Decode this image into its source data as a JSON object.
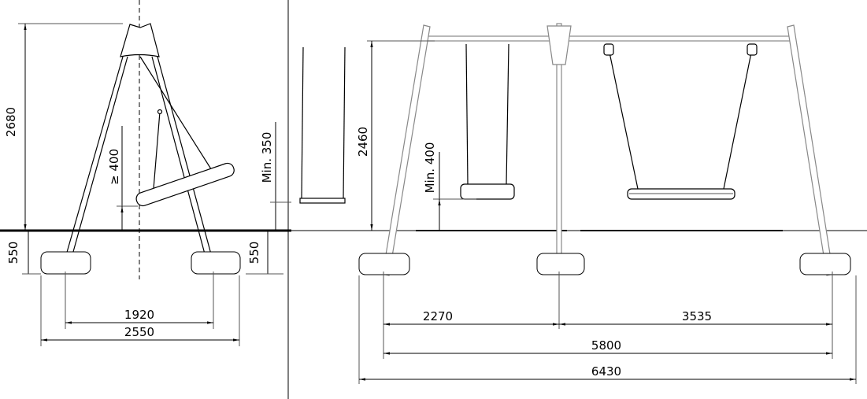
{
  "side_view": {
    "height_total": "2680",
    "seat_clearance": "≥ 400",
    "seat_clearance_min": "Min. 350",
    "foundation_depth_left": "550",
    "foundation_depth_right": "550",
    "leg_spacing": "1920",
    "foundation_spacing": "2550"
  },
  "front_view": {
    "beam_height": "2460",
    "seat_clearance_min": "Min. 400",
    "bay_left": "2270",
    "bay_right": "3535",
    "leg_span": "5800",
    "overall_length": "6430"
  },
  "colors": {
    "frame": "#888888",
    "lines": "#000000"
  }
}
